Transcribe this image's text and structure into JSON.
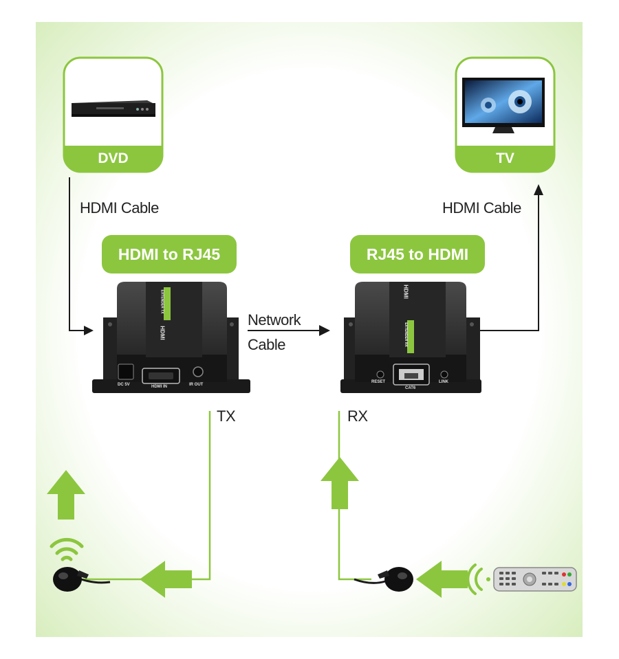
{
  "sources": {
    "dvd": {
      "label": "DVD"
    },
    "tv": {
      "label": "TV"
    }
  },
  "cables": {
    "left": "HDMI Cable",
    "right": "HDMI Cable",
    "network_line1": "Network",
    "network_line2": "Cable"
  },
  "converters": {
    "tx_title": "HDMI to RJ45",
    "rx_title": "RJ45 to HDMI",
    "tx_label": "TX",
    "rx_label": "RX"
  },
  "device_print": {
    "brand": "HDMI",
    "tx_strip": "EXTENDER TX",
    "rx_strip": "EXTENDER RX",
    "dc": "DC 5V",
    "hdmi_in": "HDMI IN",
    "ir_out": "IR OUT",
    "reset": "RESET",
    "cat6": "CAT6",
    "link": "LINK"
  },
  "colors": {
    "accent_green": "#8cc63f",
    "background_light": "#eef8df",
    "device_body": "#2a2a2a"
  }
}
